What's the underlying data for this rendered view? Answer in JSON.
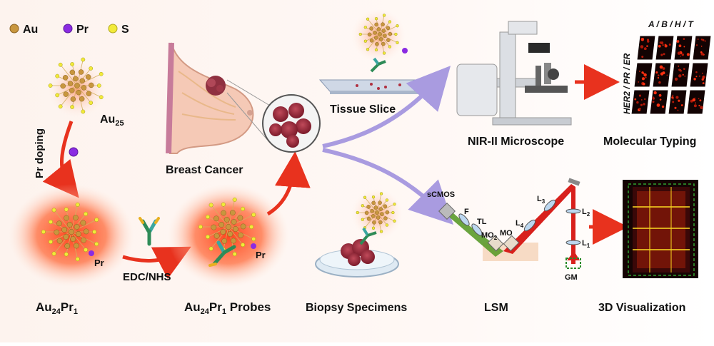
{
  "legend": {
    "au": {
      "label": "Au",
      "color": "#c8963e"
    },
    "pr": {
      "label": "Pr",
      "color": "#8a2be2"
    },
    "s": {
      "label": "S",
      "color": "#f2ea3a"
    }
  },
  "labels": {
    "au25": "Au",
    "au25_sub": "25",
    "pr_doping": "Pr doping",
    "au24pr1": "Au",
    "au24pr1_sub1": "24",
    "au24pr1_pr": "Pr",
    "au24pr1_sub2": "1",
    "pr_small": "Pr",
    "pr_small2": "Pr",
    "edc_nhs": "EDC/NHS",
    "probes_au": "Au",
    "probes_sub1": "24",
    "probes_pr": "Pr",
    "probes_sub2": "1",
    "probes_rest": " Probes",
    "breast_cancer": "Breast Cancer",
    "tissue_slice": "Tissue Slice",
    "biopsy_specimens": "Biopsy Specimens",
    "nir_microscope": "NIR-II Microscope",
    "molecular_typing": "Molecular Typing",
    "typing_header": "A / B / H / T",
    "typing_side": "HER2 / PR / ER",
    "lsm": "LSM",
    "visualization_3d": "3D Visualization"
  },
  "lsm_parts": {
    "scmos": "sCMOS",
    "f": "F",
    "tl": "TL",
    "mo2": "MO",
    "mo2_sub": "2",
    "mo": "MO",
    "l4": "L",
    "l4_sub": "4",
    "l3": "L",
    "l3_sub": "3",
    "l2": "L",
    "l2_sub": "2",
    "l1": "L",
    "l1_sub": "1",
    "gm": "GM"
  },
  "colors": {
    "glow": "#ff4a1a",
    "arrow_red": "#e8321e",
    "arrow_purple": "#a99be0",
    "tissue": "#9a2a3a",
    "laser": "#d8201c",
    "green_beam": "#5a9a2a"
  }
}
